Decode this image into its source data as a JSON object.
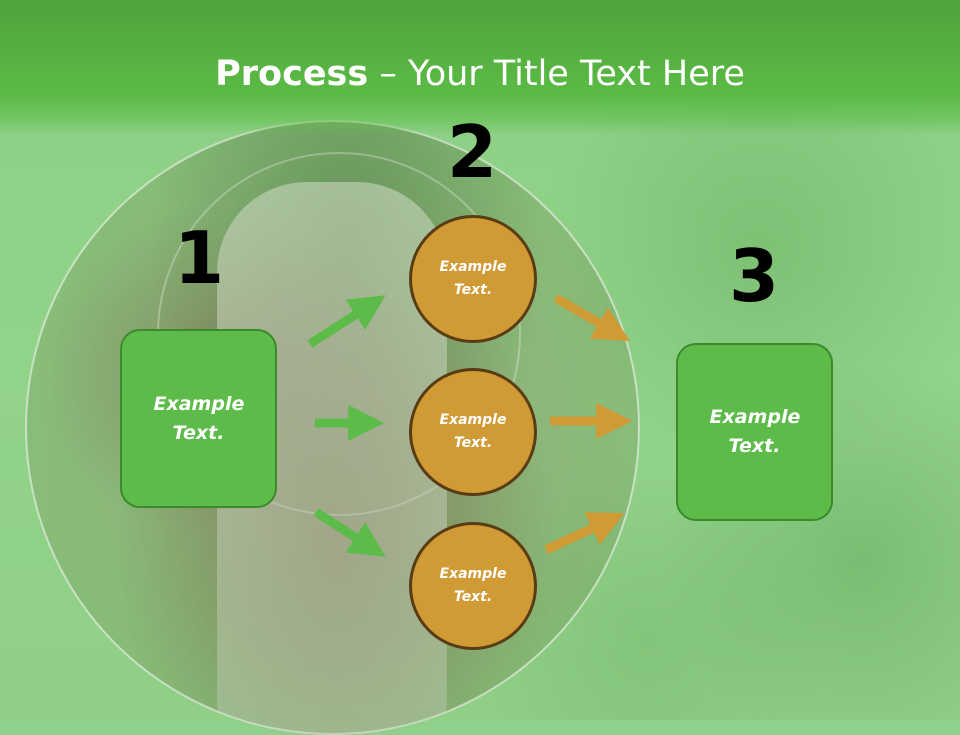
{
  "title": {
    "bold": "Process",
    "separator": " – ",
    "rest": "Your Title Text Here"
  },
  "steps": [
    {
      "number": "1",
      "label_line1": "Example",
      "label_line2": "Text."
    },
    {
      "number": "2"
    },
    {
      "number": "3",
      "label_line1": "Example",
      "label_line2": "Text."
    }
  ],
  "circles": [
    {
      "label_line1": "Example",
      "label_line2": "Text."
    },
    {
      "label_line1": "Example",
      "label_line2": "Text."
    },
    {
      "label_line1": "Example",
      "label_line2": "Text."
    }
  ],
  "colors": {
    "header": "#5bbb45",
    "box_fill": "#5dbb49",
    "circle_fill": "#d09a35",
    "arrow_green": "#5dbb49",
    "arrow_orange": "#d09a35"
  }
}
